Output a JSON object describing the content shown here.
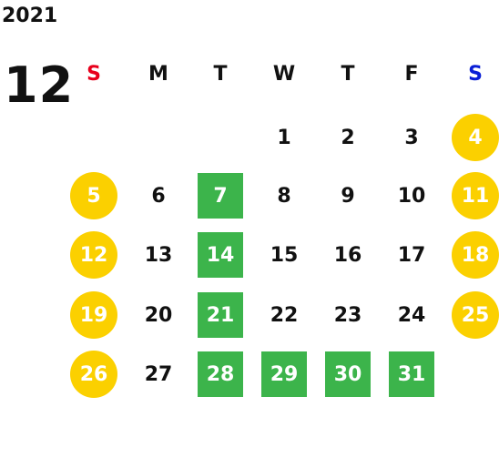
{
  "calendar": {
    "year": "2021",
    "month": "12",
    "weekdays": [
      "S",
      "M",
      "T",
      "W",
      "T",
      "F",
      "S"
    ],
    "weekday_colors": [
      "#e8001c",
      "#111111",
      "#111111",
      "#111111",
      "#111111",
      "#111111",
      "#0a1fd6"
    ],
    "holiday_color": "#fbd000",
    "marked_color": "#3cb44b",
    "weeks": [
      [
        null,
        null,
        null,
        {
          "day": "1"
        },
        {
          "day": "2"
        },
        {
          "day": "3"
        },
        {
          "day": "4",
          "style": "holiday"
        }
      ],
      [
        {
          "day": "5",
          "style": "holiday"
        },
        {
          "day": "6"
        },
        {
          "day": "7",
          "style": "marked"
        },
        {
          "day": "8"
        },
        {
          "day": "9"
        },
        {
          "day": "10"
        },
        {
          "day": "11",
          "style": "holiday"
        }
      ],
      [
        {
          "day": "12",
          "style": "holiday"
        },
        {
          "day": "13"
        },
        {
          "day": "14",
          "style": "marked"
        },
        {
          "day": "15"
        },
        {
          "day": "16"
        },
        {
          "day": "17"
        },
        {
          "day": "18",
          "style": "holiday"
        }
      ],
      [
        {
          "day": "19",
          "style": "holiday"
        },
        {
          "day": "20"
        },
        {
          "day": "21",
          "style": "marked"
        },
        {
          "day": "22"
        },
        {
          "day": "23"
        },
        {
          "day": "24"
        },
        {
          "day": "25",
          "style": "holiday"
        }
      ],
      [
        {
          "day": "26",
          "style": "holiday"
        },
        {
          "day": "27"
        },
        {
          "day": "28",
          "style": "marked"
        },
        {
          "day": "29",
          "style": "marked"
        },
        {
          "day": "30",
          "style": "marked"
        },
        {
          "day": "31",
          "style": "marked"
        },
        null
      ]
    ]
  }
}
